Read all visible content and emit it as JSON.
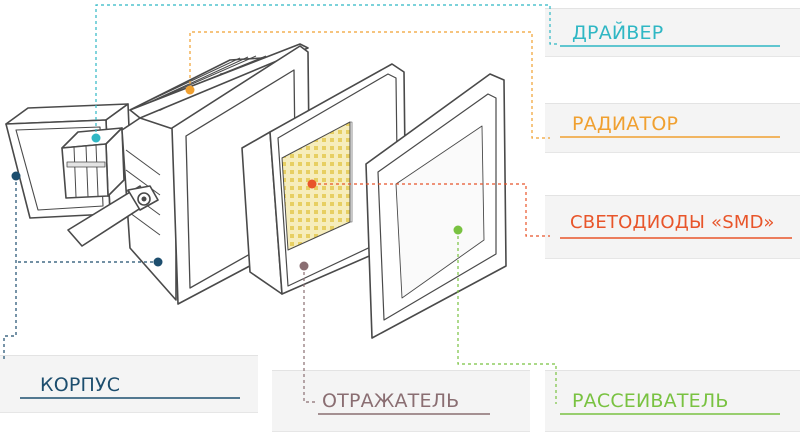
{
  "labels": {
    "driver": "ДРАЙВЕР",
    "radiator": "РАДИАТОР",
    "leds": "СВЕТОДИОДЫ «SMD»",
    "housing": "КОРПУС",
    "reflector": "ОТРАЖАТЕЛЬ",
    "diffuser": "РАССЕИВАТЕЛЬ"
  },
  "colors": {
    "driver": "#2fb7c4",
    "radiator": "#f0a030",
    "leds": "#e8552a",
    "housing": "#1d4e6e",
    "reflector": "#8a6e72",
    "diffuser": "#79c241",
    "outline": "#4a4a4a"
  }
}
